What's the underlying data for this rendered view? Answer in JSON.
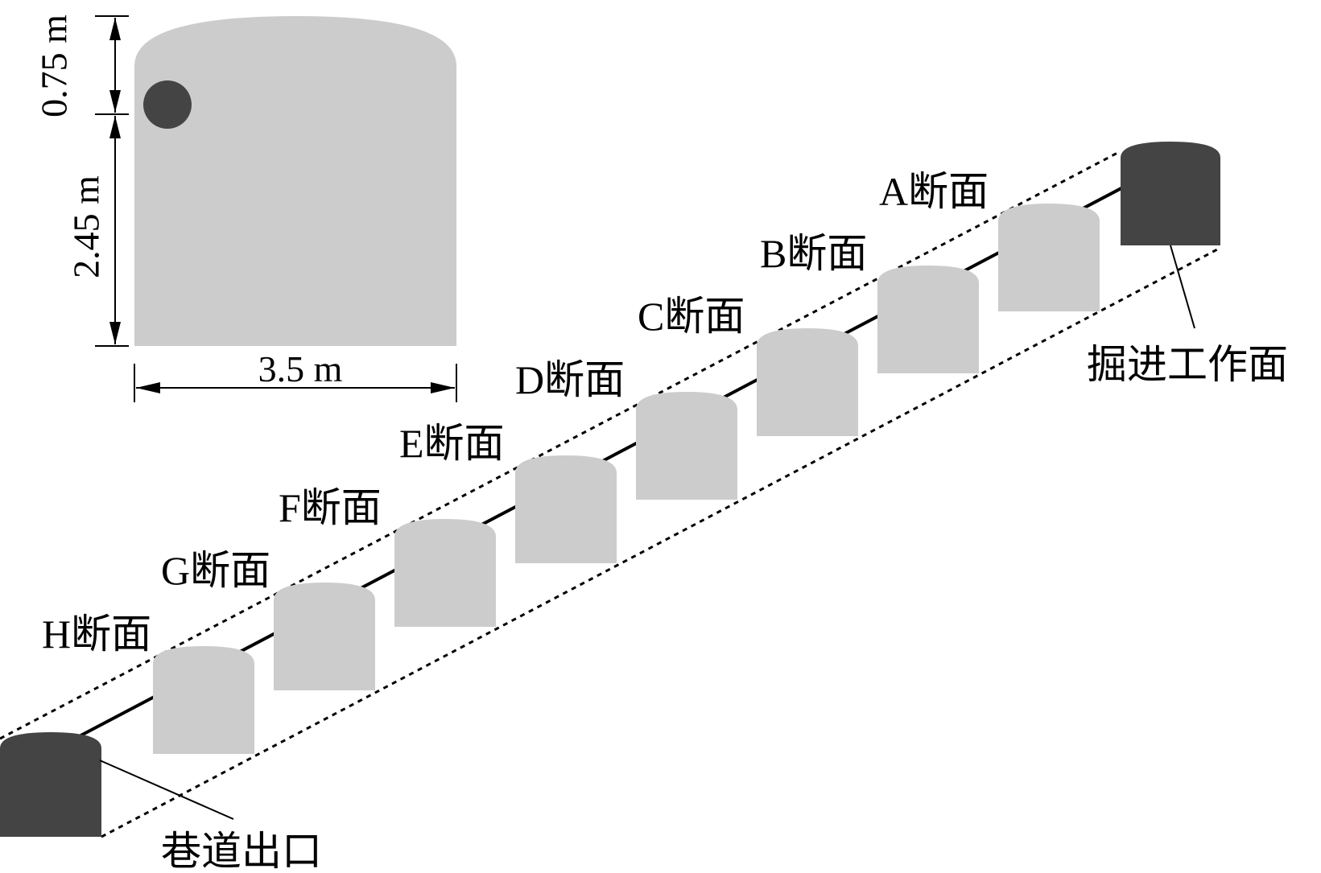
{
  "cross_section": {
    "dim_top": "0.75 m",
    "dim_side": "2.45 m",
    "dim_width": "3.5 m"
  },
  "sections": [
    {
      "id": "A",
      "label": "A断面"
    },
    {
      "id": "B",
      "label": "B断面"
    },
    {
      "id": "C",
      "label": "C断面"
    },
    {
      "id": "D",
      "label": "D断面"
    },
    {
      "id": "E",
      "label": "E断面"
    },
    {
      "id": "F",
      "label": "F断面"
    },
    {
      "id": "G",
      "label": "G断面"
    },
    {
      "id": "H",
      "label": "H断面"
    }
  ],
  "ends": {
    "face_label": "掘进工作面",
    "exit_label": "巷道出口"
  },
  "colors": {
    "section_fill": "#cccccc",
    "end_fill": "#444444",
    "duct_fill": "#444444",
    "line": "#000000"
  }
}
